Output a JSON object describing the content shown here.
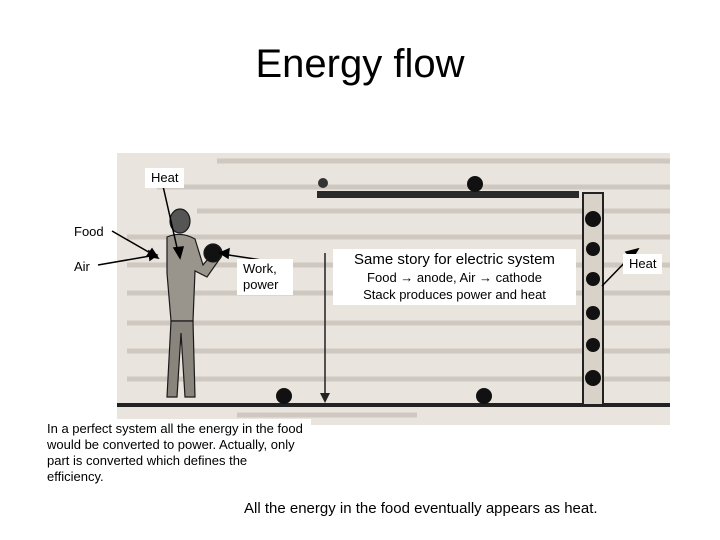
{
  "title": "Energy flow",
  "labels": {
    "heat_left": "Heat",
    "food": "Food",
    "air": "Air",
    "work": "Work, power",
    "heat_right": "Heat"
  },
  "electric": {
    "title": "Same story for electric system",
    "line1": "Food → anode, Air → cathode",
    "line2": "Stack produces power and heat"
  },
  "perfect_note": "In a perfect system all the energy in the food would be converted to power. Actually, only part is converted which defines the efficiency.",
  "heat_note": "All the energy in the food eventually appears as heat.",
  "colors": {
    "figure_background": "#e9e5de",
    "ink": "#000000"
  }
}
